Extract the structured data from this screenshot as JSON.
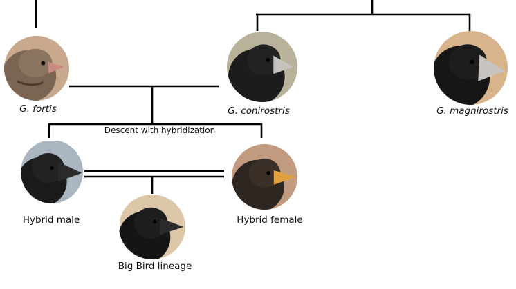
{
  "labels": {
    "fortis": "G. fortis",
    "conirostris": "G. conirostris",
    "magnirostris": "G. magnirostris",
    "hybrid_male": "Hybrid male",
    "hybrid_female": "Hybrid female",
    "big_bird": "Big Bird lineage",
    "descent": "Descent with hybridization"
  },
  "colors": {
    "line": "#000000",
    "bg_fortis": "#c9a98e",
    "bg_conirostris": "#b8b29a",
    "bg_magnirostris": "#d8b48c",
    "bg_hybrid_male": "#a9b6c2",
    "bg_hybrid_female": "#c29a80",
    "bg_big_bird": "#dcc8a8",
    "beak_dark": "#2a2a2a",
    "beak_pale": "#c7c4c0",
    "beak_orange": "#e0a040",
    "beak_pink": "#c98a82"
  },
  "icons": {
    "fortis": "finch-fortis-photo",
    "conirostris": "finch-conirostris-photo",
    "magnirostris": "finch-magnirostris-photo",
    "hybrid_male": "finch-hybrid-male-photo",
    "hybrid_female": "finch-hybrid-female-photo",
    "big_bird": "finch-big-bird-photo"
  }
}
